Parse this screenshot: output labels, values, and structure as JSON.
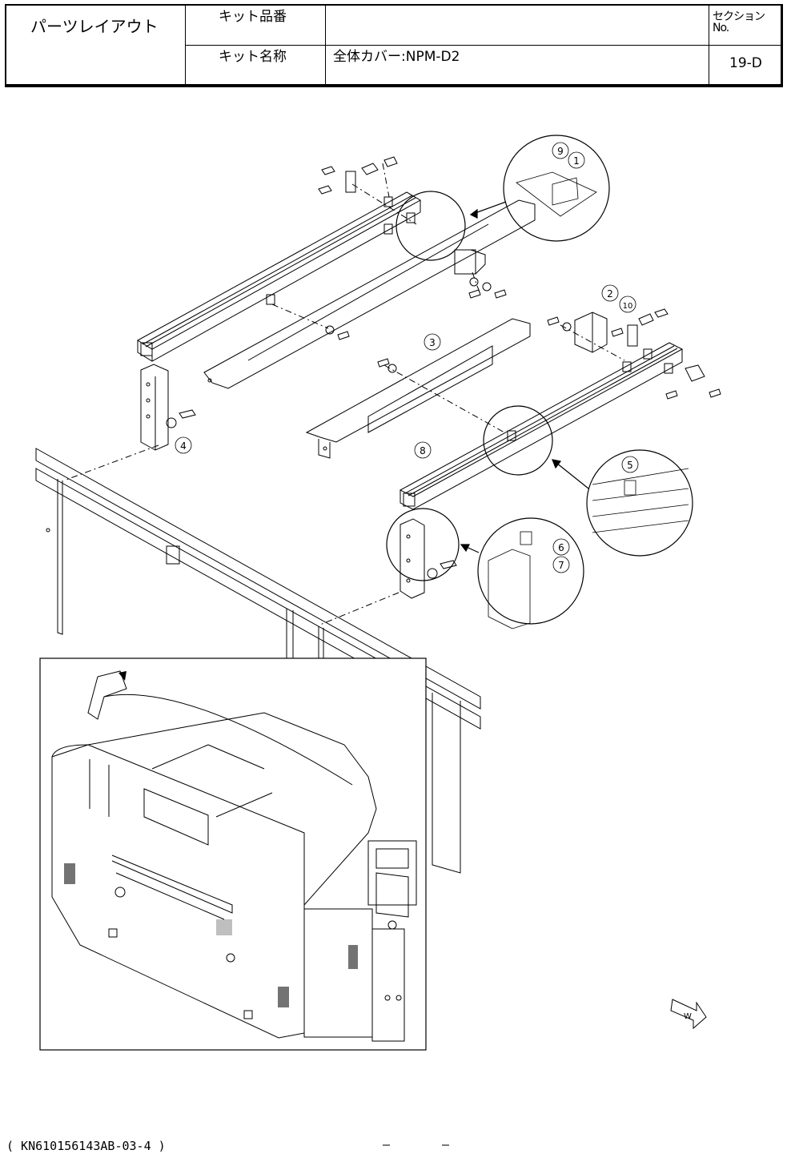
{
  "header": {
    "title": "パーツレイアウト",
    "kit_number_label": "キット品番",
    "kit_number_value": "",
    "section_label": "セクションNo.",
    "kit_name_label": "キット名称",
    "kit_name_value": "全体カバー:NPM-D2",
    "section_value": "19-D"
  },
  "callouts": [
    "1",
    "2",
    "3",
    "4",
    "5",
    "6",
    "7",
    "8",
    "9",
    "10"
  ],
  "direction_marker": "W",
  "footer": {
    "doc_code": "( KN610156143AB-03-4 )",
    "dash_left": "–",
    "dash_right": "–"
  }
}
